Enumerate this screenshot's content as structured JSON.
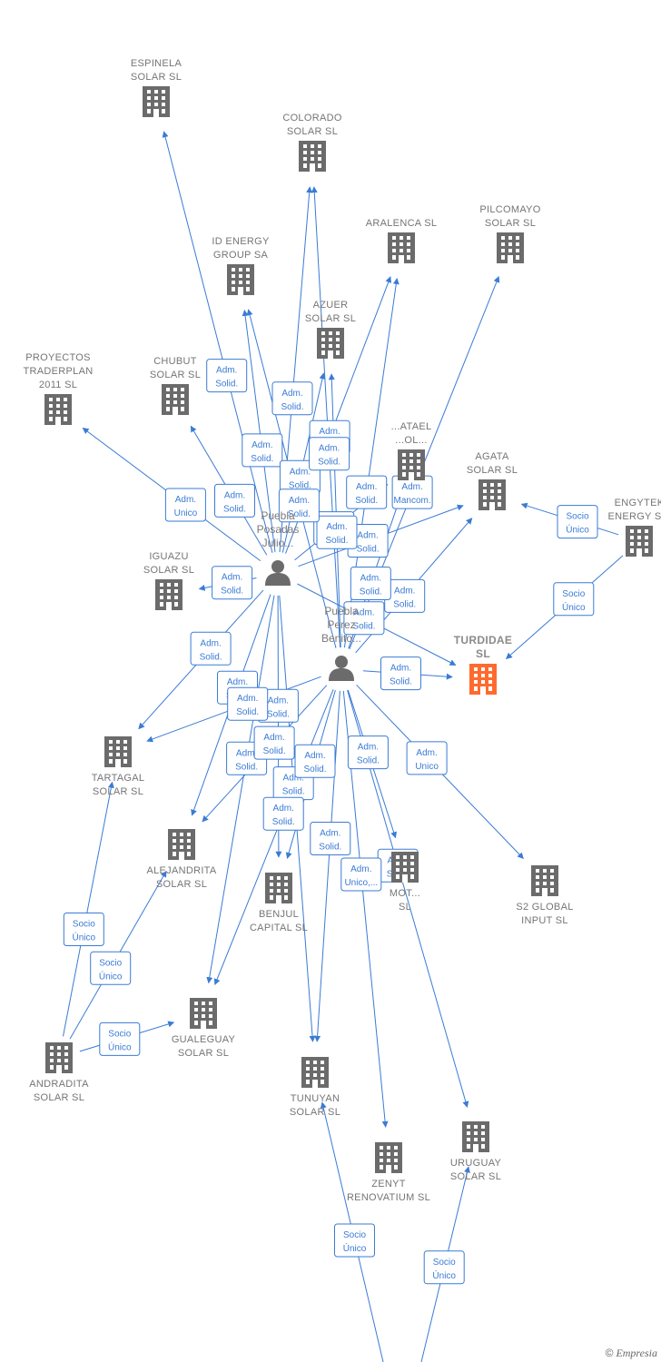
{
  "companies": [
    {
      "id": "espinela",
      "lines": [
        "ESPINELA",
        "SOLAR SL"
      ]
    },
    {
      "id": "colorado",
      "lines": [
        "COLORADO",
        "SOLAR SL"
      ]
    },
    {
      "id": "aralenca",
      "lines": [
        "ARALENCA SL"
      ]
    },
    {
      "id": "pilcomayo",
      "lines": [
        "PILCOMAYO",
        "SOLAR SL"
      ]
    },
    {
      "id": "idenergy",
      "lines": [
        "ID ENERGY",
        "GROUP SA"
      ]
    },
    {
      "id": "azuer",
      "lines": [
        "AZUER",
        "SOLAR SL"
      ]
    },
    {
      "id": "proyectos",
      "lines": [
        "PROYECTOS",
        "TRADERPLAN",
        "2011 SL"
      ]
    },
    {
      "id": "chubut",
      "lines": [
        "CHUBUT",
        "SOLAR SL"
      ]
    },
    {
      "id": "satelite",
      "lines": [
        "...ATAEL",
        "...OL..."
      ]
    },
    {
      "id": "agata",
      "lines": [
        "AGATA",
        "SOLAR SL"
      ]
    },
    {
      "id": "engytek",
      "lines": [
        "ENGYTEK",
        "ENERGY S..."
      ]
    },
    {
      "id": "iguazu",
      "lines": [
        "IGUAZU",
        "SOLAR SL"
      ]
    },
    {
      "id": "turdidae",
      "lines": [
        "TURDIDAE",
        "SL"
      ],
      "main": true
    },
    {
      "id": "tartagal",
      "lines": [
        "TARTAGAL",
        "SOLAR SL"
      ]
    },
    {
      "id": "alejandrita",
      "lines": [
        "ALEJANDRITA",
        "SOLAR SL"
      ]
    },
    {
      "id": "benjul",
      "lines": [
        "BENJUL",
        "CAPITAL SL"
      ]
    },
    {
      "id": "motril",
      "lines": [
        "MOT...",
        "SL"
      ]
    },
    {
      "id": "s2global",
      "lines": [
        "S2 GLOBAL",
        "INPUT SL"
      ]
    },
    {
      "id": "gualeguay",
      "lines": [
        "GUALEGUAY",
        "SOLAR SL"
      ]
    },
    {
      "id": "andradita",
      "lines": [
        "ANDRADITA",
        "SOLAR SL"
      ]
    },
    {
      "id": "tunuyan",
      "lines": [
        "TUNUYAN",
        "SOLAR SL"
      ]
    },
    {
      "id": "uruguay",
      "lines": [
        "URUGUAY",
        "SOLAR SL"
      ]
    },
    {
      "id": "zenyt",
      "lines": [
        "ZENYT",
        "RENOVATIUM SL"
      ]
    }
  ],
  "persons": [
    {
      "id": "puebla_julio",
      "lines": [
        "Puebla",
        "Posadas",
        "Julio..."
      ]
    },
    {
      "id": "puebla_benito",
      "lines": [
        "Puebla",
        "Perez",
        "Benito..."
      ]
    }
  ],
  "edges": [
    {
      "from": "puebla_julio",
      "to": "espinela",
      "label": [
        "Adm.",
        "Solid."
      ]
    },
    {
      "from": "puebla_julio",
      "to": "colorado",
      "label": [
        "Adm.",
        "Solid."
      ]
    },
    {
      "from": "puebla_julio",
      "to": "idenergy",
      "label": [
        "Adm.",
        "Solid."
      ]
    },
    {
      "from": "puebla_julio",
      "to": "azuer",
      "label": [
        "Adm.",
        "Solid."
      ]
    },
    {
      "from": "puebla_julio",
      "to": "proyectos",
      "label": [
        "Adm.",
        "Unico"
      ]
    },
    {
      "from": "puebla_julio",
      "to": "chubut",
      "label": [
        "Adm.",
        "Solid."
      ]
    },
    {
      "from": "puebla_julio",
      "to": "aralenca",
      "label": [
        "Adm.",
        "Solid."
      ]
    },
    {
      "from": "puebla_julio",
      "to": "satelite",
      "label": [
        "Adm.",
        "Solid."
      ]
    },
    {
      "from": "puebla_julio",
      "to": "agata",
      "label": [
        "Adm.",
        "Solid."
      ]
    },
    {
      "from": "puebla_julio",
      "to": "iguazu",
      "label": [
        "Adm.",
        "Solid."
      ]
    },
    {
      "from": "puebla_julio",
      "to": "tartagal",
      "label": [
        "Adm.",
        "Solid."
      ]
    },
    {
      "from": "puebla_julio",
      "to": "alejandrita",
      "label": [
        "Adm.",
        "Solid."
      ]
    },
    {
      "from": "puebla_julio",
      "to": "benjul",
      "label": [
        "Adm.",
        "Solid."
      ]
    },
    {
      "from": "puebla_julio",
      "to": "gualeguay",
      "label": [
        "Adm.",
        "Solid."
      ]
    },
    {
      "from": "puebla_julio",
      "to": "tunuyan",
      "label": [
        "Adm.",
        "Solid."
      ]
    },
    {
      "from": "puebla_julio",
      "to": "turdidae",
      "label": [
        "Adm.",
        "Solid."
      ]
    },
    {
      "from": "puebla_benito",
      "to": "colorado",
      "label": [
        "Adm.",
        "Solid."
      ]
    },
    {
      "from": "puebla_benito",
      "to": "azuer",
      "label": [
        "Adm.",
        "Solid."
      ]
    },
    {
      "from": "puebla_benito",
      "to": "idenergy",
      "label": [
        "Adm.",
        "Solid."
      ]
    },
    {
      "from": "puebla_benito",
      "to": "aralenca",
      "label": [
        "Adm.",
        "Solid."
      ]
    },
    {
      "from": "puebla_benito",
      "to": "pilcomayo",
      "label": [
        "Adm.",
        "Mancom."
      ]
    },
    {
      "from": "puebla_benito",
      "to": "agata",
      "label": [
        "Adm.",
        "Solid."
      ]
    },
    {
      "from": "puebla_benito",
      "to": "satelite",
      "label": [
        "Adm.",
        "Solid."
      ]
    },
    {
      "from": "puebla_benito",
      "to": "turdidae",
      "label": [
        "Adm.",
        "Solid."
      ]
    },
    {
      "from": "puebla_benito",
      "to": "tartagal",
      "label": [
        "Adm.",
        "Solid."
      ]
    },
    {
      "from": "puebla_benito",
      "to": "alejandrita",
      "label": [
        "Adm.",
        "Solid."
      ]
    },
    {
      "from": "puebla_benito",
      "to": "benjul",
      "label": [
        "Adm.",
        "Solid."
      ]
    },
    {
      "from": "puebla_benito",
      "to": "gualeguay",
      "label": [
        "Adm.",
        "Solid."
      ]
    },
    {
      "from": "puebla_benito",
      "to": "motril",
      "label": [
        "Adm.",
        "Solid."
      ]
    },
    {
      "from": "puebla_benito",
      "to": "s2global",
      "label": [
        "Adm.",
        "Unico"
      ]
    },
    {
      "from": "puebla_benito",
      "to": "tunuyan",
      "label": [
        "Adm.",
        "Solid."
      ]
    },
    {
      "from": "puebla_benito",
      "to": "uruguay",
      "label": [
        "Adm.",
        "Solid."
      ]
    },
    {
      "from": "puebla_benito",
      "to": "zenyt",
      "label": [
        "Adm.",
        "Unico,..."
      ]
    },
    {
      "from": "engytek",
      "to": "agata",
      "label": [
        "Socio",
        "Único"
      ]
    },
    {
      "from": "engytek",
      "to": "turdidae",
      "label": [
        "Socio",
        "Único"
      ]
    },
    {
      "from": "andradita",
      "to": "tartagal",
      "label": [
        "Socio",
        "Único"
      ]
    },
    {
      "from": "andradita",
      "to": "alejandrita",
      "label": [
        "Socio",
        "Único"
      ]
    },
    {
      "from": "andradita",
      "to": "gualeguay",
      "label": [
        "Socio",
        "Único"
      ]
    },
    {
      "from": "offscreen_a",
      "to": "tunuyan",
      "label": [
        "Socio",
        "Único"
      ]
    },
    {
      "from": "offscreen_b",
      "to": "uruguay",
      "label": [
        "Socio",
        "Único"
      ]
    }
  ],
  "colors": {
    "edge": "#3a7bd5",
    "node": "#6b6b6b",
    "main_node": "#ff6a2f",
    "label_bg": "#ffffff"
  },
  "footer": {
    "copyright": "©",
    "brand": "Empresia"
  }
}
